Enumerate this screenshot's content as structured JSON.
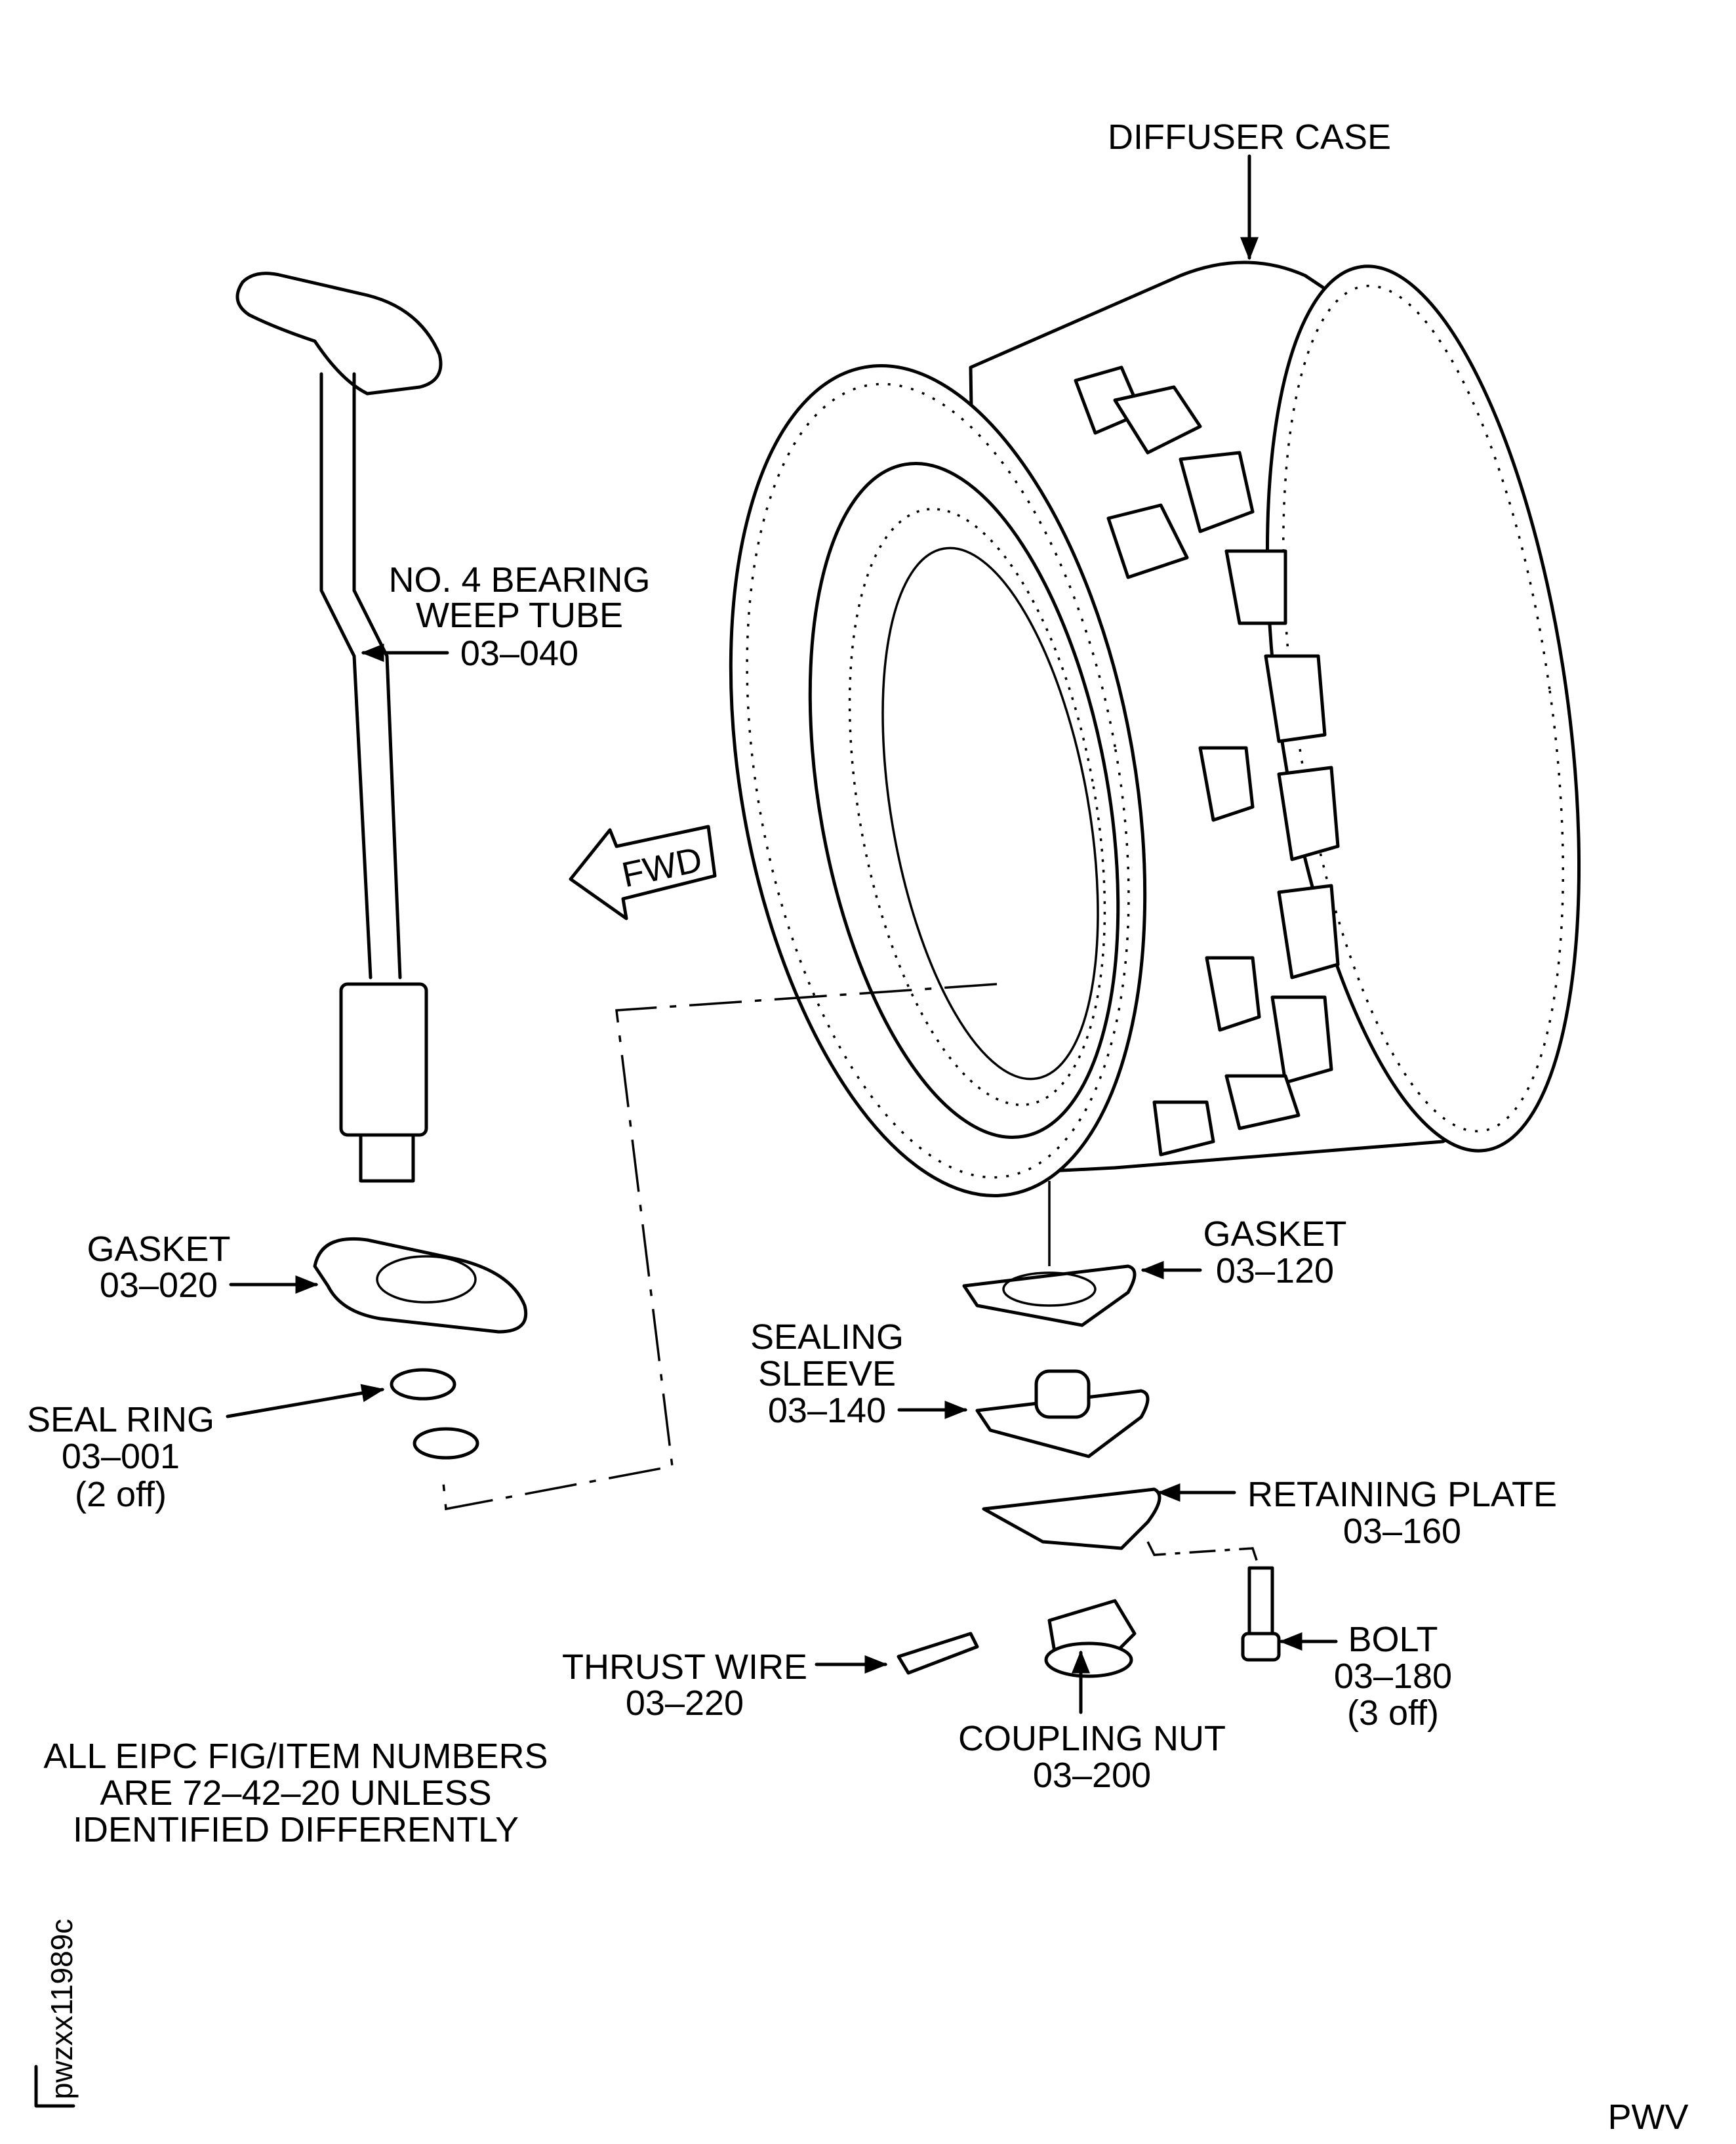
{
  "labels": {
    "diffuser_case": "DIFFUSER CASE",
    "weep_tube": {
      "line1": "NO. 4 BEARING",
      "line2": "WEEP TUBE",
      "number": "03–040"
    },
    "fwd": "FWD",
    "gasket_020": {
      "line1": "GASKET",
      "number": "03–020"
    },
    "seal_ring": {
      "line1": "SEAL RING",
      "number": "03–001",
      "qty": "(2 off)"
    },
    "gasket_120": {
      "line1": "GASKET",
      "number": "03–120"
    },
    "sealing_sleeve": {
      "line1": "SEALING",
      "line2": "SLEEVE",
      "number": "03–140"
    },
    "retaining_plate": {
      "line1": "RETAINING PLATE",
      "number": "03–160"
    },
    "bolt": {
      "line1": "BOLT",
      "number": "03–180",
      "qty": "(3 off)"
    },
    "thrust_wire": {
      "line1": "THRUST WIRE",
      "number": "03–220"
    },
    "coupling_nut": {
      "line1": "COUPLING NUT",
      "number": "03–200"
    }
  },
  "note": {
    "line1": "ALL EIPC FIG/ITEM NUMBERS",
    "line2": "ARE 72–42–20 UNLESS",
    "line3": "IDENTIFIED DIFFERENTLY"
  },
  "drawing_id": "pwzxx11989c",
  "source_mark": "PWV"
}
